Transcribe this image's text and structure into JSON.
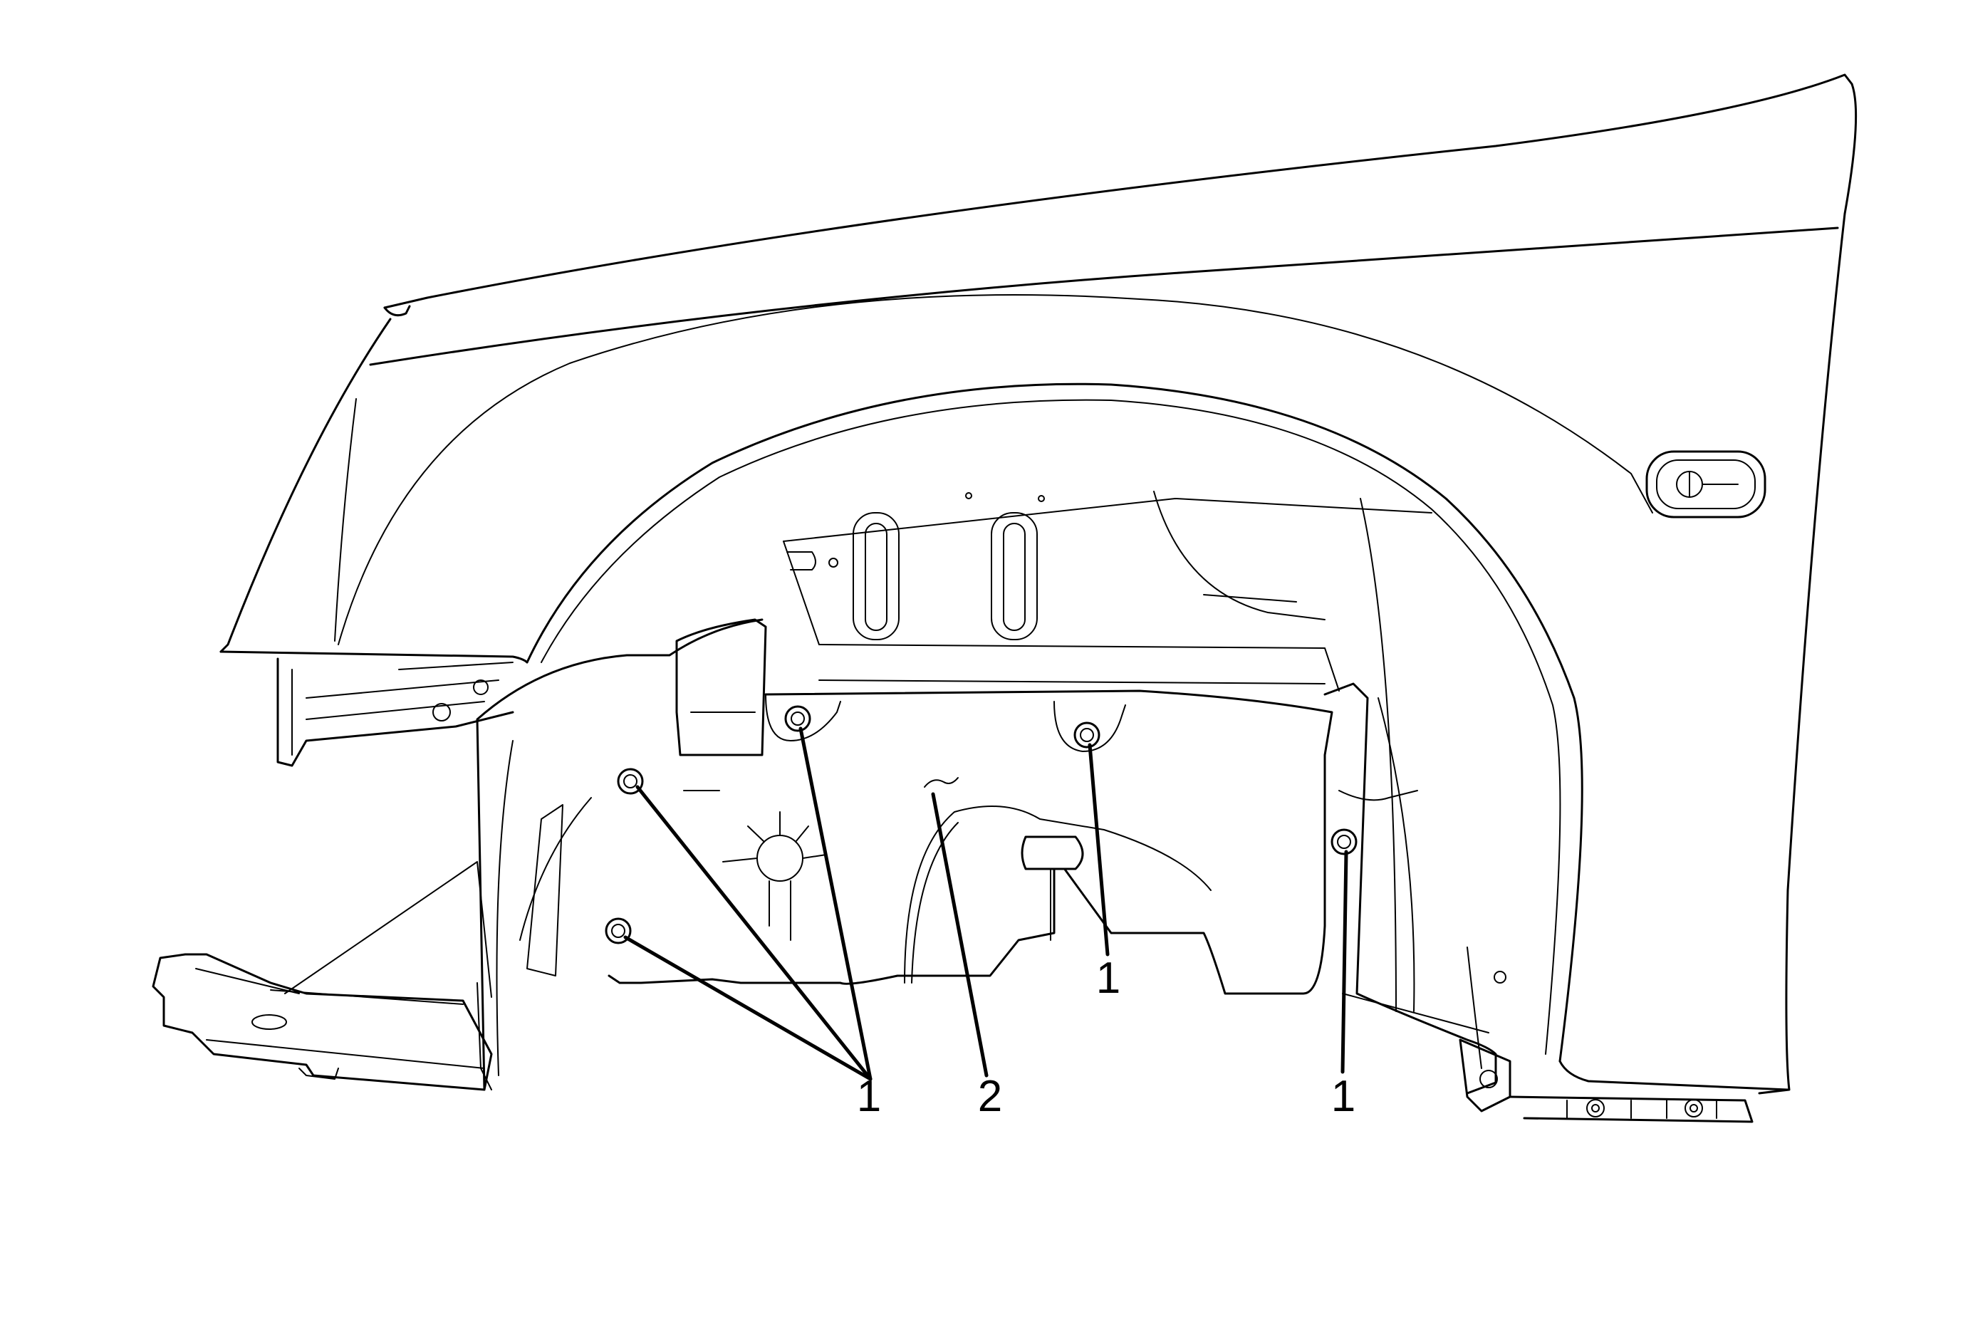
{
  "diagram": {
    "callouts": [
      {
        "id": "c1a",
        "label": "1"
      },
      {
        "id": "c2",
        "label": "2"
      },
      {
        "id": "c1b",
        "label": "1"
      },
      {
        "id": "c1c",
        "label": "1"
      }
    ],
    "colors": {
      "line": "#000000",
      "background": "#ffffff"
    }
  }
}
